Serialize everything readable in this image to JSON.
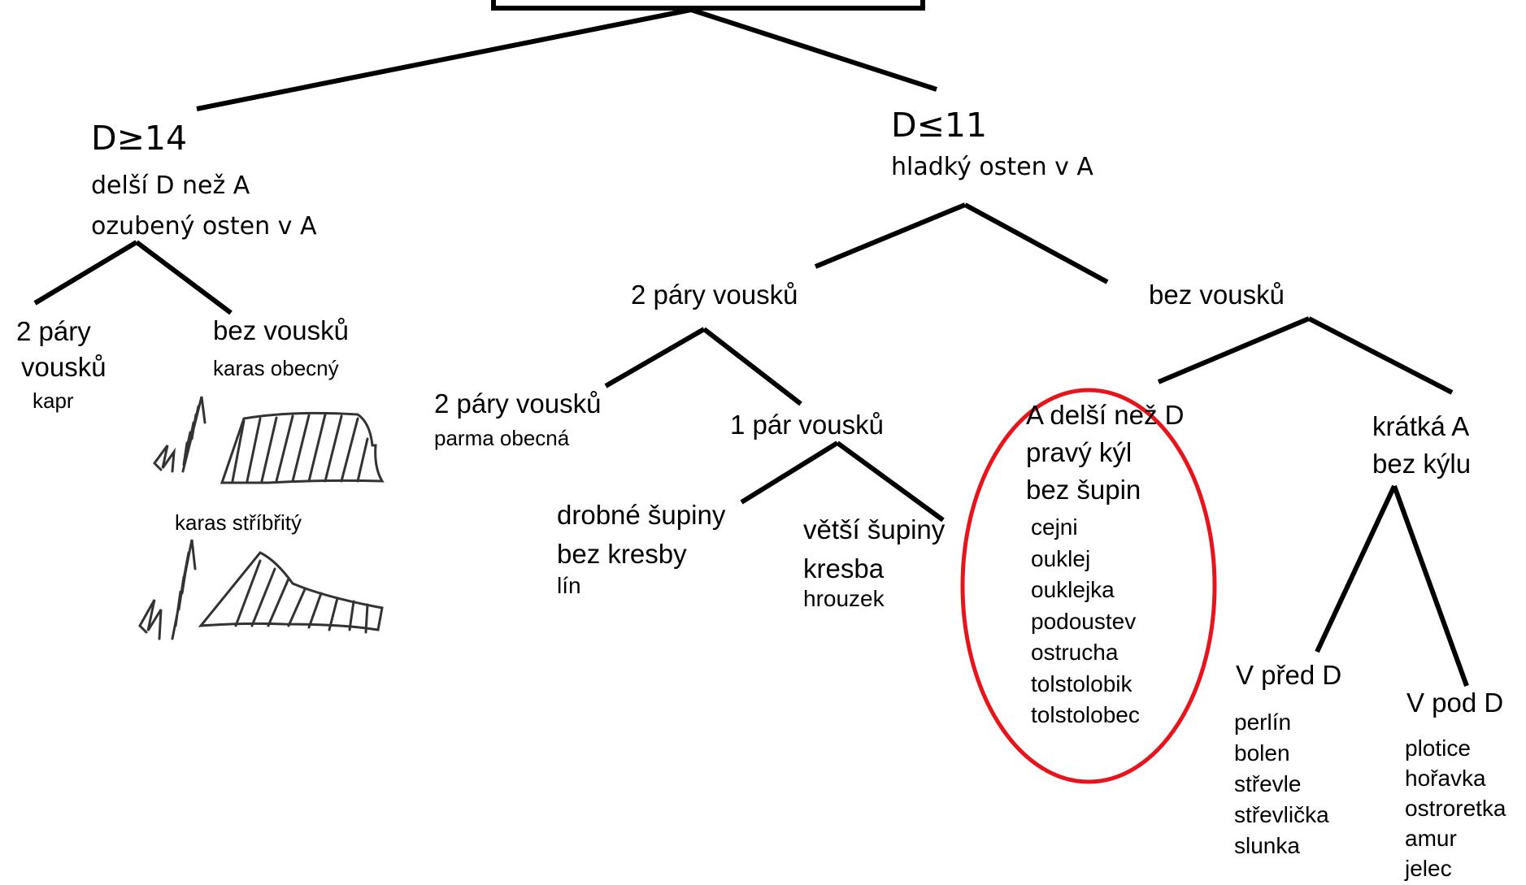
{
  "root_box_label": "",
  "left": {
    "title": "D≥14",
    "lines": [
      "delší D než A",
      "ozubený osten v A"
    ],
    "a": {
      "label": [
        "2 páry",
        "vousků"
      ],
      "species": "kapr"
    },
    "b": {
      "label": "bez vousků",
      "species": "karas obecný"
    },
    "c": {
      "species": "karas stříbřitý"
    }
  },
  "right": {
    "title": "D≤11",
    "lines": [
      "hladký osten v A"
    ],
    "two_pairs": {
      "label": "2 páry vousků",
      "a": {
        "label": "2 páry vousků",
        "species": "parma obecná"
      },
      "b": {
        "label": "1 pár vousků",
        "a": {
          "label": [
            "drobné šupiny",
            "bez kresby"
          ],
          "species": [
            "lín"
          ]
        },
        "b": {
          "label": [
            "větší šupiny",
            "kresba"
          ],
          "species": [
            "hrouzek"
          ]
        }
      }
    },
    "none": {
      "label": "bez vousků",
      "a": {
        "label": [
          "A delší než D",
          "pravý kýl",
          "bez šupin"
        ],
        "species": [
          "cejni",
          "ouklej",
          "ouklejka",
          "podoustev",
          "ostrucha",
          "tolstolobik",
          "tolstolobec"
        ]
      },
      "b": {
        "label": [
          "krátká A",
          "bez kýlu"
        ],
        "a": {
          "label": "V před D",
          "species": [
            "perlín",
            "bolen",
            "střevle",
            "střevlička",
            "slunka"
          ]
        },
        "b": {
          "label": "V pod D",
          "species": [
            "plotice",
            "hořavka",
            "ostroretka",
            "amur",
            "jelec"
          ]
        }
      }
    }
  },
  "colors": {
    "line": "#000000",
    "highlight": "#e8141b",
    "sketch": "#333333"
  }
}
